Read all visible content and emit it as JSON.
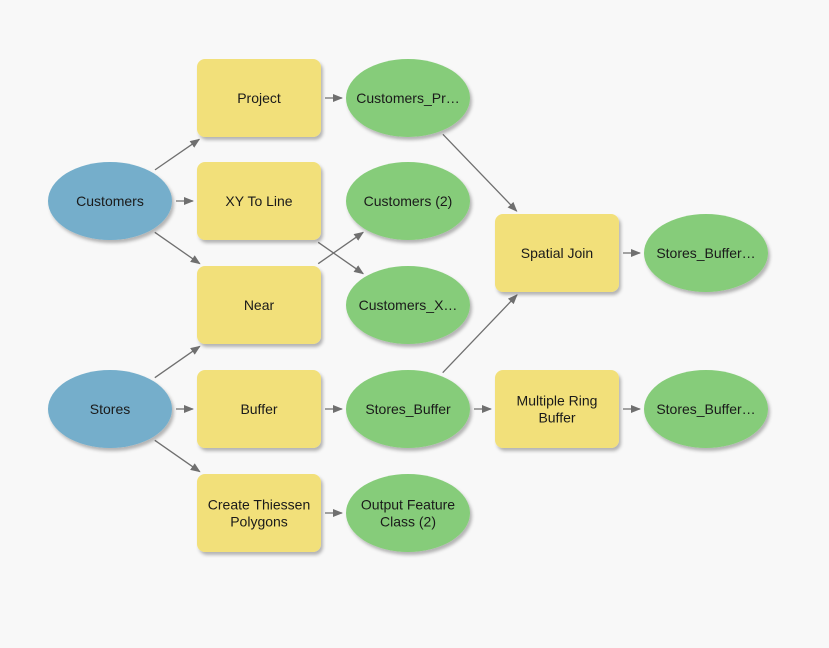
{
  "diagram": {
    "colors": {
      "input": "#74aecb",
      "tool": "#f2e07a",
      "output": "#86cc7a",
      "connector": "#6f6f6f",
      "background": "#f8f8f8"
    },
    "nodes": [
      {
        "id": "customers",
        "kind": "input",
        "lines": [
          "Customers"
        ]
      },
      {
        "id": "stores",
        "kind": "input",
        "lines": [
          "Stores"
        ]
      },
      {
        "id": "project",
        "kind": "tool",
        "lines": [
          "Project"
        ]
      },
      {
        "id": "xy-to-line",
        "kind": "tool",
        "lines": [
          "XY To Line"
        ]
      },
      {
        "id": "near",
        "kind": "tool",
        "lines": [
          "Near"
        ]
      },
      {
        "id": "buffer",
        "kind": "tool",
        "lines": [
          "Buffer"
        ]
      },
      {
        "id": "create-thiessen-polygons",
        "kind": "tool",
        "lines": [
          "Create Thiessen",
          "Polygons"
        ]
      },
      {
        "id": "customers-projected",
        "kind": "output",
        "lines": [
          "Customers_Pr…"
        ]
      },
      {
        "id": "customers-2",
        "kind": "output",
        "lines": [
          "Customers (2)"
        ]
      },
      {
        "id": "customers-xy",
        "kind": "output",
        "lines": [
          "Customers_X…"
        ]
      },
      {
        "id": "stores-buffer",
        "kind": "output",
        "lines": [
          "Stores_Buffer"
        ]
      },
      {
        "id": "output-feature-class-2",
        "kind": "output",
        "lines": [
          "Output Feature",
          "Class (2)"
        ]
      },
      {
        "id": "spatial-join",
        "kind": "tool",
        "lines": [
          "Spatial Join"
        ]
      },
      {
        "id": "multiple-ring-buffer",
        "kind": "tool",
        "lines": [
          "Multiple Ring",
          "Buffer"
        ]
      },
      {
        "id": "stores-buffer-join",
        "kind": "output",
        "lines": [
          "Stores_Buffer…"
        ]
      },
      {
        "id": "stores-buffer-ring",
        "kind": "output",
        "lines": [
          "Stores_Buffer…"
        ]
      }
    ],
    "edges": [
      [
        "customers",
        "project"
      ],
      [
        "customers",
        "xy-to-line"
      ],
      [
        "customers",
        "near"
      ],
      [
        "stores",
        "near"
      ],
      [
        "stores",
        "buffer"
      ],
      [
        "stores",
        "create-thiessen-polygons"
      ],
      [
        "project",
        "customers-projected"
      ],
      [
        "xy-to-line",
        "customers-xy"
      ],
      [
        "near",
        "customers-2"
      ],
      [
        "buffer",
        "stores-buffer"
      ],
      [
        "create-thiessen-polygons",
        "output-feature-class-2"
      ],
      [
        "customers-projected",
        "spatial-join"
      ],
      [
        "stores-buffer",
        "spatial-join"
      ],
      [
        "stores-buffer",
        "multiple-ring-buffer"
      ],
      [
        "spatial-join",
        "stores-buffer-join"
      ],
      [
        "multiple-ring-buffer",
        "stores-buffer-ring"
      ]
    ]
  }
}
